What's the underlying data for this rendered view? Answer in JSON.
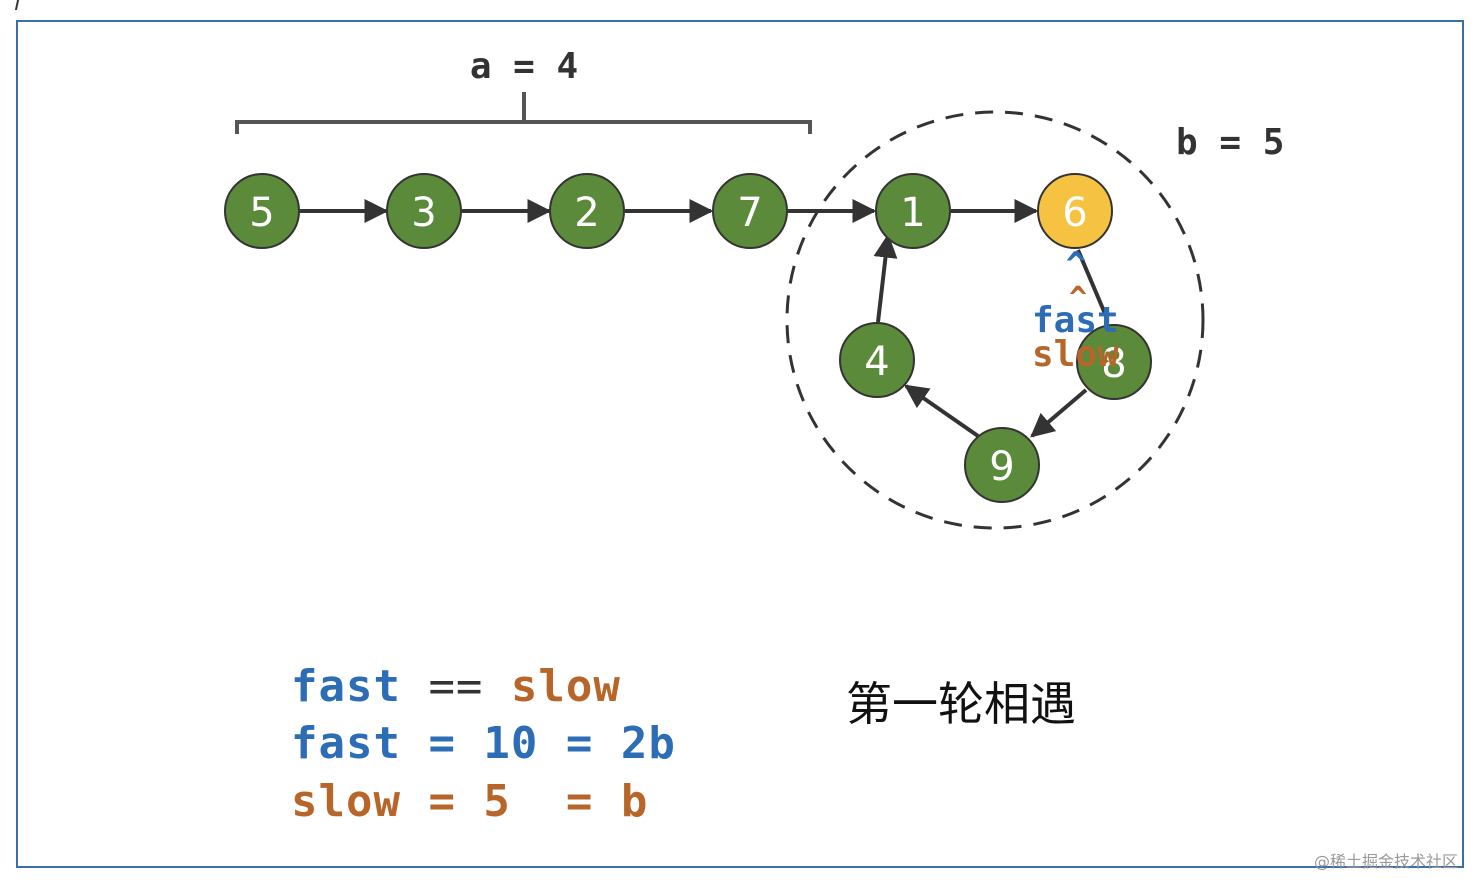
{
  "labels": {
    "a": "a = 4",
    "b": "b = 5"
  },
  "nodes": [
    {
      "id": "n5",
      "value": "5",
      "color": "#5a8a3a"
    },
    {
      "id": "n3",
      "value": "3",
      "color": "#5a8a3a"
    },
    {
      "id": "n2",
      "value": "2",
      "color": "#5a8a3a"
    },
    {
      "id": "n7",
      "value": "7",
      "color": "#5a8a3a"
    },
    {
      "id": "n1",
      "value": "1",
      "color": "#5a8a3a"
    },
    {
      "id": "n6",
      "value": "6",
      "color": "#f5c242"
    },
    {
      "id": "n8",
      "value": "8",
      "color": "#5a8a3a"
    },
    {
      "id": "n9",
      "value": "9",
      "color": "#5a8a3a"
    },
    {
      "id": "n4",
      "value": "4",
      "color": "#5a8a3a"
    }
  ],
  "pointers": {
    "fast_caret": "^",
    "fast": "fast",
    "slow_caret": "^",
    "slow": "slow"
  },
  "code": {
    "line1": {
      "a": "fast",
      "op": " == ",
      "b": "slow"
    },
    "line2": {
      "a": "fast",
      "rest": " = 10 = 2b"
    },
    "line3": {
      "a": "slow",
      "rest": " = 5  = b"
    }
  },
  "caption": "第一轮相遇",
  "watermark": "@稀土掘金技术社区",
  "colors": {
    "fast": "#2d6db5",
    "slow": "#b8652a",
    "node": "#5a8a3a",
    "highlight": "#f5c242"
  }
}
